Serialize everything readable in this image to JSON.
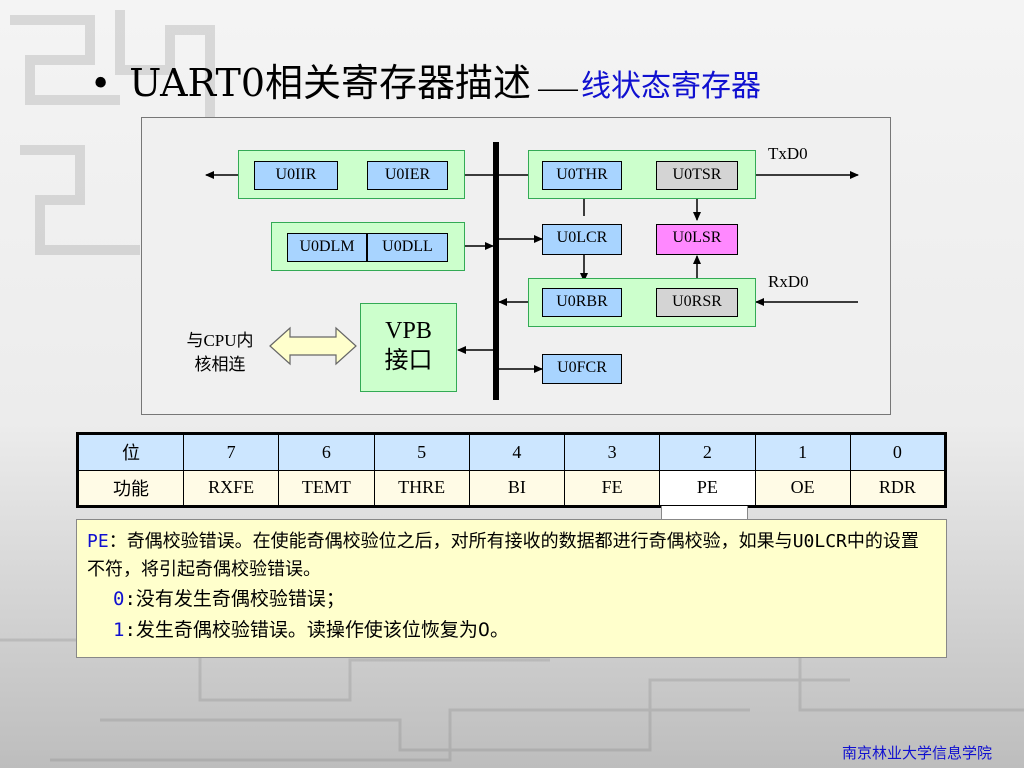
{
  "title": {
    "bullet": "•",
    "main": "UART0相关寄存器描述",
    "dash": "——",
    "sub": "线状态寄存器"
  },
  "diagram": {
    "registers": {
      "u0iir": "U0IIR",
      "u0ier": "U0IER",
      "u0dlm": "U0DLM",
      "u0dll": "U0DLL",
      "u0thr": "U0THR",
      "u0tsr": "U0TSR",
      "u0lcr": "U0LCR",
      "u0lsr": "U0LSR",
      "u0rbr": "U0RBR",
      "u0rsr": "U0RSR",
      "u0fcr": "U0FCR"
    },
    "vpb": {
      "line1": "VPB",
      "line2": "接口"
    },
    "txd": "TxD0",
    "rxd": "RxD0",
    "cpu": {
      "line1": "与CPU内",
      "line2": "核相连"
    },
    "colors": {
      "blue_reg": "#a8d4ff",
      "gray_reg": "#d4d4d4",
      "pink_reg": "#ff88ff",
      "group": "#ccffcc"
    }
  },
  "bit_table": {
    "row_labels": [
      "位",
      "功能"
    ],
    "bits": [
      "7",
      "6",
      "5",
      "4",
      "3",
      "2",
      "1",
      "0"
    ],
    "functions": [
      "RXFE",
      "TEMT",
      "THRE",
      "BI",
      "FE",
      "PE",
      "OE",
      "RDR"
    ]
  },
  "description": {
    "term": "PE",
    "colon": "：",
    "text1": "奇偶校验错误。在使能奇偶校验位之后，对所有接收的数据都进行奇偶校验，如果与",
    "ref": "U0LCR",
    "text2": "中的设置不符，将引起奇偶校验错误。",
    "item0_key": "0",
    "item0_text": "没有发生奇偶校验错误；",
    "item1_key": "1",
    "item1_text": "发生奇偶校验错误。读操作使该位恢复为0。"
  },
  "footer": "南京林业大学信息学院"
}
